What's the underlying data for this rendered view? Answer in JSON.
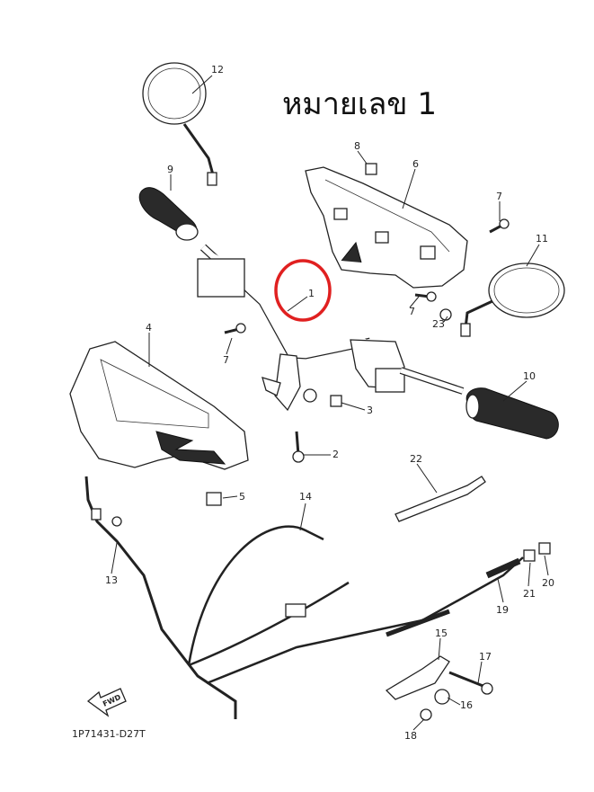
{
  "title": "หมายเลข 1",
  "diagram_code": "1P71431-D27T",
  "fwd_label": "FWD",
  "highlight_color": "#e02020",
  "parts": [
    "1",
    "2",
    "3",
    "4",
    "5",
    "6",
    "7",
    "7",
    "7",
    "8",
    "9",
    "10",
    "11",
    "12",
    "13",
    "14",
    "15",
    "16",
    "17",
    "18",
    "19",
    "20",
    "21",
    "22",
    "23"
  ]
}
